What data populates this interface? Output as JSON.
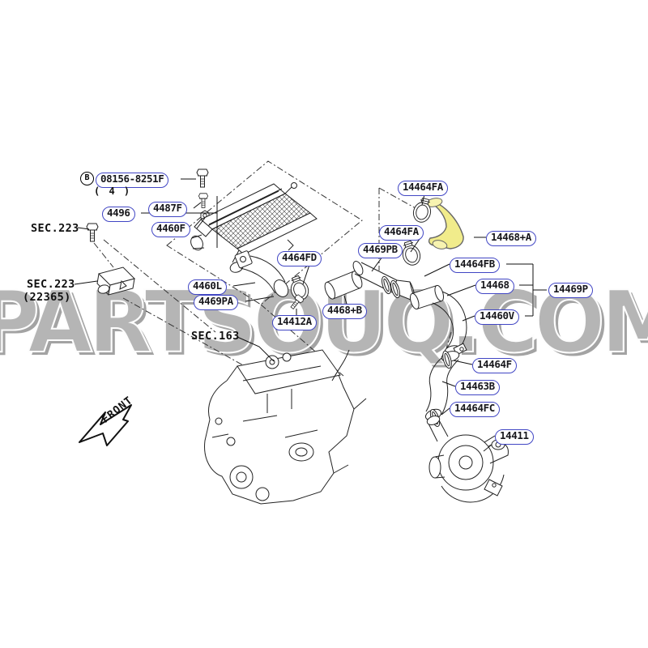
{
  "watermark": "PARTSOUQ.COM",
  "hardware_note": {
    "badge": "B",
    "part_number": "08156-8251F",
    "quantity": "( 4 )"
  },
  "section_refs": {
    "sec223_bolt": "SEC.223",
    "sec223_sensor_line1": "SEC.223",
    "sec223_sensor_line2": "(22365)",
    "sec163": "SEC.163"
  },
  "front_arrow": {
    "label": "FRONT"
  },
  "part_labels": {
    "p4496": "4496",
    "p4487F": "4487F",
    "p4460F": "4460F",
    "p4460L": "4460L",
    "p4469PA": "4469PA",
    "p4464FD": "4464FD",
    "p14412A": "14412A",
    "p4468B": "4468+B",
    "p4469PB": "4469PB",
    "p14464FA": "14464FA",
    "p4464FA": "4464FA",
    "p14468A": "14468+A",
    "p14464FB": "14464FB",
    "p14468": "14468",
    "p14460V": "14460V",
    "p14469P": "14469P",
    "p14464F": "14464F",
    "p14463B": "14463B",
    "p14464FC": "14464FC",
    "p14411": "14411"
  },
  "colors": {
    "label_border": "#4146c4",
    "highlight_hose": "#f1ec8b",
    "watermark_gray": "#b5b5b5"
  }
}
